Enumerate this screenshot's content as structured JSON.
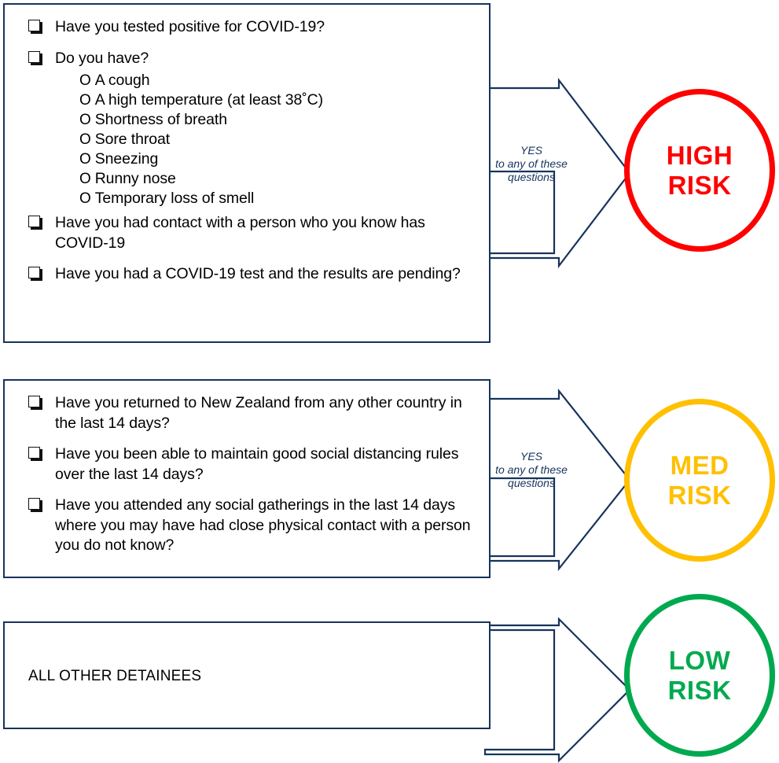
{
  "title": "COVID-19 detainee risk screening flowchart",
  "colors": {
    "box_border": "#16335C",
    "arrow_stroke": "#16335C",
    "high_risk": "#FF0000",
    "med_risk": "#FFC000",
    "low_risk": "#00A94F"
  },
  "high": {
    "questions": [
      {
        "text": "Have you tested positive for COVID-19?"
      },
      {
        "text": "Do you have?",
        "sub": [
          "A cough",
          "A high temperature (at least 38˚C)",
          "Shortness of breath",
          "Sore throat",
          "Sneezing",
          "Runny nose",
          "Temporary loss of smell"
        ]
      },
      {
        "text": "Have you had contact with a person who you know has COVID-19"
      },
      {
        "text": "Have you had a COVID-19 test and the results are pending?"
      }
    ],
    "arrow_label_line1": "YES",
    "arrow_label_line2": "to any of these",
    "arrow_label_line3": "questions",
    "outcome_line1": "HIGH",
    "outcome_line2": "RISK"
  },
  "med": {
    "questions": [
      {
        "text": "Have you returned to New Zealand from any other country in the last 14 days?"
      },
      {
        "text": "Have you been able to maintain good social distancing rules over the last 14 days?"
      },
      {
        "text": "Have you attended any social gatherings in the last 14 days where you may have had close physical contact with a person you do not know?"
      }
    ],
    "arrow_label_line1": "YES",
    "arrow_label_line2": "to any of these",
    "arrow_label_line3": "questions",
    "outcome_line1": "MED",
    "outcome_line2": "RISK"
  },
  "low": {
    "text": "ALL OTHER DETAINEES",
    "outcome_line1": "LOW",
    "outcome_line2": "RISK"
  }
}
